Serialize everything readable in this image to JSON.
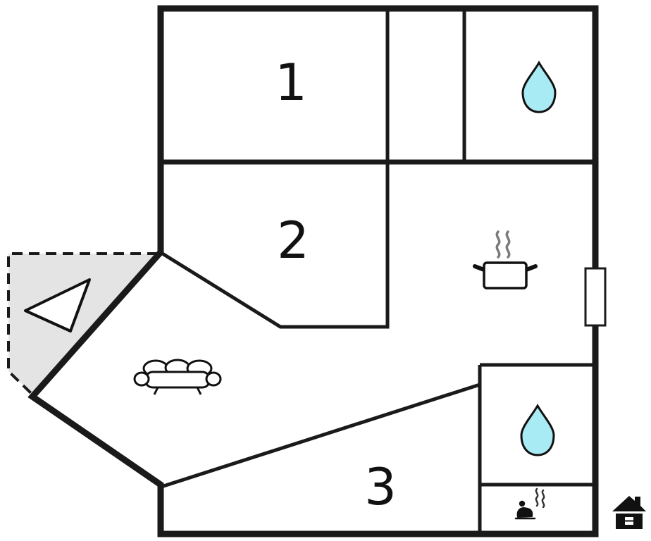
{
  "floorplan": {
    "rooms": [
      {
        "id": "room-1",
        "label": "1"
      },
      {
        "id": "room-2",
        "label": "2"
      },
      {
        "id": "room-3",
        "label": "3"
      }
    ],
    "colors": {
      "background": "#ffffff",
      "wall": "#1a1a1a",
      "terrace_fill": "#e4e4e4",
      "water_drop": "#a9ebf5",
      "steam": "#7b7b7b",
      "icon_outline": "#111111"
    },
    "icons": [
      {
        "name": "water-drop-icon-top",
        "meaning": "bathroom / water point",
        "location": "top-right room"
      },
      {
        "name": "water-drop-icon-bottom",
        "meaning": "bathroom / water point",
        "location": "bottom-right room"
      },
      {
        "name": "cooking-pot-icon",
        "meaning": "kitchen",
        "location": "right middle area"
      },
      {
        "name": "sofa-icon",
        "meaning": "living room",
        "location": "center-left area"
      },
      {
        "name": "sauna-icon",
        "meaning": "sauna",
        "location": "bottom-right small room"
      },
      {
        "name": "house-icon",
        "meaning": "building marker",
        "location": "bottom-right outside plan"
      },
      {
        "name": "terrace-triangle-icon",
        "meaning": "terrace marker",
        "location": "left dashed terrace"
      },
      {
        "name": "window-marker",
        "meaning": "window",
        "location": "right wall"
      }
    ]
  }
}
